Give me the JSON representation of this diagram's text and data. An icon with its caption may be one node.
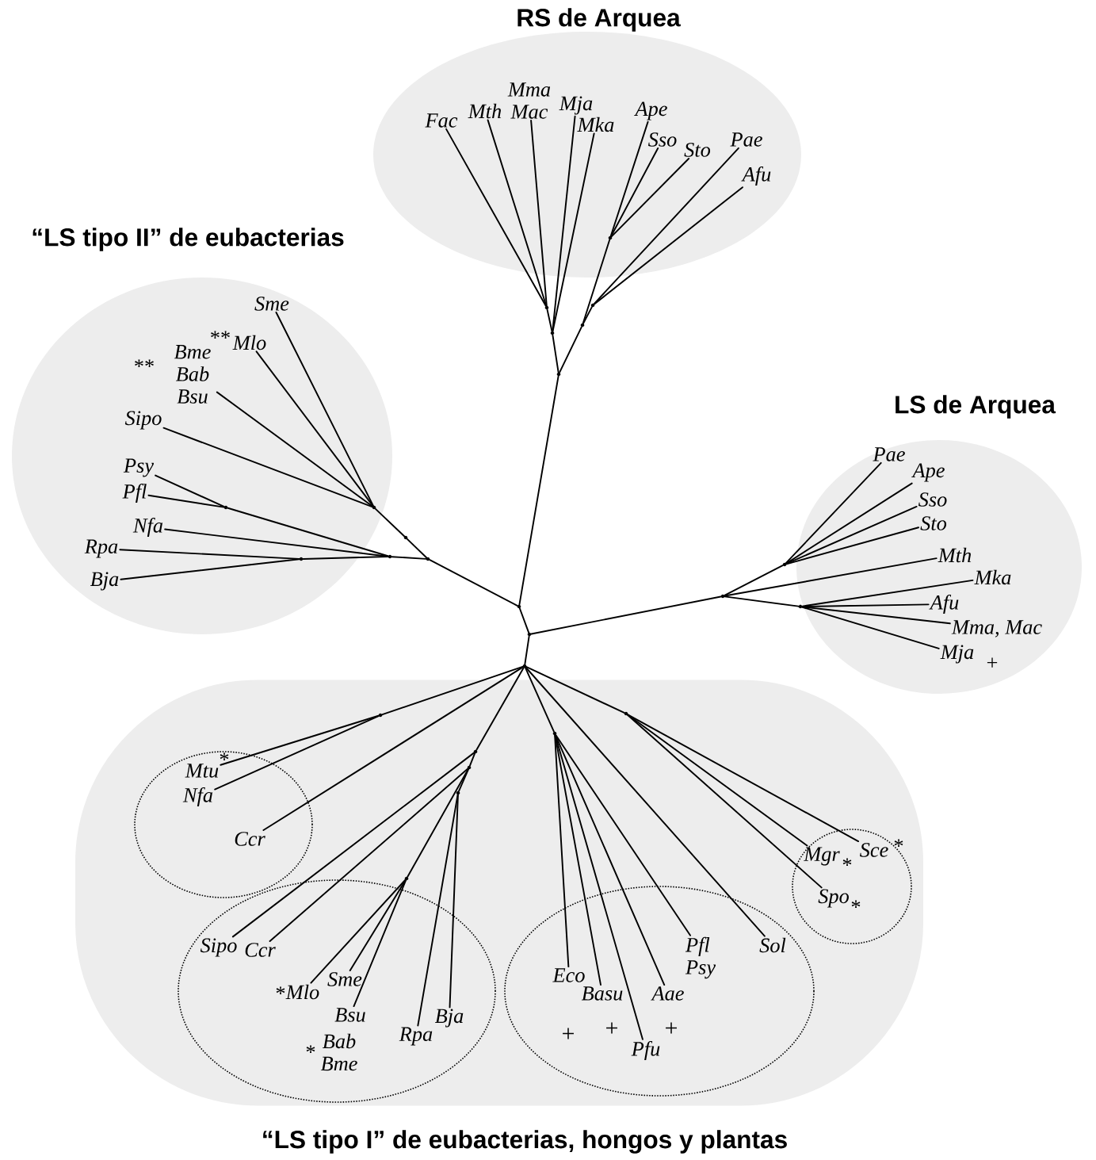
{
  "diagram": {
    "nodes": [
      {
        "text": [
          "RS de Arquea"
        ]
      },
      {
        "text": [
          "“LS tipo II” de eubacterias"
        ]
      },
      {
        "text": [
          "LS de Arquea"
        ]
      },
      {
        "text": [
          "“LS tipo I” de eubacterias, hongos y plantas"
        ]
      },
      {
        "text": [],
        "shape": "circle",
        "in": 3
      },
      {
        "text": [],
        "shape": "circle",
        "in": 3
      },
      {
        "text": [],
        "shape": "circle",
        "in": 3
      },
      {
        "text": [],
        "shape": "circle",
        "in": 3
      },
      {
        "text": [
          "Fac"
        ],
        "in": 0
      },
      {
        "text": [
          "Mth"
        ],
        "in": 0
      },
      {
        "text": [
          "Mma Mac"
        ],
        "in": 0
      },
      {
        "text": [
          "Mja"
        ],
        "in": 0
      },
      {
        "text": [
          "Mka"
        ],
        "in": 0
      },
      {
        "text": [
          "Ape"
        ],
        "in": 0
      },
      {
        "text": [
          "Sso"
        ],
        "in": 0
      },
      {
        "text": [
          "Sto"
        ],
        "in": 0
      },
      {
        "text": [
          "Pae"
        ],
        "in": 0
      },
      {
        "text": [
          "Afu"
        ],
        "in": 0
      },
      {
        "text": [
          "Sme"
        ],
        "in": 1
      },
      {
        "text": [
          "Mlo"
        ],
        "beside": [
          "**"
        ],
        "in": 1
      },
      {
        "text": [
          "Bme Bab Bsu"
        ],
        "beside": [
          "**"
        ],
        "in": 1
      },
      {
        "text": [
          "Sipo"
        ],
        "in": 1
      },
      {
        "text": [
          "Psy"
        ],
        "in": 1
      },
      {
        "text": [
          "Pfl"
        ],
        "in": 1
      },
      {
        "text": [
          "Nfa"
        ],
        "in": 1
      },
      {
        "text": [
          "Rpa"
        ],
        "in": 1
      },
      {
        "text": [
          "Bja"
        ],
        "in": 1
      },
      {
        "text": [
          "Pae"
        ],
        "in": 2
      },
      {
        "text": [
          "Ape"
        ],
        "in": 2
      },
      {
        "text": [
          "Sso"
        ],
        "in": 2
      },
      {
        "text": [
          "Sto"
        ],
        "in": 2
      },
      {
        "text": [
          "Mth"
        ],
        "in": 2
      },
      {
        "text": [
          "Mka"
        ],
        "in": 2
      },
      {
        "text": [
          "Afu"
        ],
        "in": 2
      },
      {
        "text": [
          "Mma, Mac"
        ],
        "in": 2
      },
      {
        "text": [
          "Mja"
        ],
        "beside": [
          "+"
        ],
        "in": 2
      },
      {
        "text": [
          "Mtu"
        ],
        "beside": [
          "*"
        ],
        "in": 4
      },
      {
        "text": [
          "Nfa"
        ],
        "in": 4
      },
      {
        "text": [
          "Ccr"
        ],
        "in": 4
      },
      {
        "text": [
          "Sipo"
        ],
        "in": 5
      },
      {
        "text": [
          "Ccr"
        ],
        "in": 5
      },
      {
        "text": [
          "Mlo"
        ],
        "beside": [
          "*"
        ],
        "in": 5
      },
      {
        "text": [
          "Sme"
        ],
        "in": 5
      },
      {
        "text": [
          "Bsu"
        ],
        "in": 5
      },
      {
        "text": [
          "Bab Bme"
        ],
        "beside": [
          "*"
        ],
        "in": 5
      },
      {
        "text": [
          "Rpa"
        ],
        "in": 5
      },
      {
        "text": [
          "Bja"
        ],
        "in": 5
      },
      {
        "text": [
          "Eco"
        ],
        "in": 6
      },
      {
        "text": [
          "Basu"
        ],
        "in": 6
      },
      {
        "text": [
          "Pfu"
        ],
        "in": 6
      },
      {
        "text": [
          "Aae"
        ],
        "in": 6
      },
      {
        "text": [
          "Pfl Psy"
        ],
        "in": 6
      },
      {
        "text": [
          "Sol"
        ],
        "in": 6
      },
      {
        "text": [
          "Mgr"
        ],
        "beside": [
          "*"
        ],
        "in": 7
      },
      {
        "text": [
          "Sce"
        ],
        "beside": [
          "*"
        ],
        "in": 7
      },
      {
        "text": [
          "Spo"
        ],
        "beside": [
          "*"
        ],
        "in": 7
      },
      {
        "text": [],
        "shape": "point"
      },
      {
        "text": [],
        "shape": "point"
      },
      {
        "text": [],
        "shape": "point"
      },
      {
        "text": [],
        "shape": "point"
      },
      {
        "text": [],
        "shape": "point"
      },
      {
        "text": [],
        "shape": "point",
        "in": 0
      },
      {
        "text": [],
        "shape": "point"
      },
      {
        "text": [],
        "shape": "point"
      },
      {
        "text": [],
        "shape": "point"
      },
      {
        "text": [],
        "shape": "point"
      },
      {
        "text": [],
        "shape": "point"
      },
      {
        "text": [],
        "shape": "point",
        "in": 1
      },
      {
        "text": [],
        "shape": "point"
      },
      {
        "text": [],
        "shape": "point",
        "in": 1
      },
      {
        "text": [],
        "shape": "point",
        "in": 1
      },
      {
        "text": [],
        "shape": "point"
      },
      {
        "text": [],
        "shape": "point"
      },
      {
        "text": [],
        "shape": "point"
      },
      {
        "text": [],
        "shape": "point",
        "in": 3
      },
      {
        "text": [],
        "shape": "point",
        "in": 3
      },
      {
        "text": [],
        "shape": "point",
        "in": 3
      },
      {
        "text": [],
        "shape": "point",
        "in": 3
      },
      {
        "text": [],
        "shape": "point",
        "in": 3
      },
      {
        "text": [],
        "shape": "point",
        "in": 3
      },
      {
        "text": [],
        "shape": "point",
        "in": 3
      }
    ],
    "edges": [
      {
        "from": 56,
        "to": 57,
        "arrow": "none"
      },
      {
        "from": 56,
        "to": 59,
        "arrow": "none"
      },
      {
        "from": 57,
        "to": 58,
        "arrow": "none"
      },
      {
        "from": 58,
        "to": 8,
        "arrow": "none"
      },
      {
        "from": 58,
        "to": 9,
        "arrow": "none"
      },
      {
        "from": 58,
        "to": 10,
        "arrow": "none"
      },
      {
        "from": 57,
        "to": 11,
        "arrow": "none"
      },
      {
        "from": 57,
        "to": 12,
        "arrow": "none"
      },
      {
        "from": 59,
        "to": 60,
        "arrow": "none"
      },
      {
        "from": 59,
        "to": 61,
        "arrow": "none"
      },
      {
        "from": 60,
        "to": 16,
        "arrow": "none"
      },
      {
        "from": 60,
        "to": 17,
        "arrow": "none"
      },
      {
        "from": 61,
        "to": 13,
        "arrow": "none"
      },
      {
        "from": 61,
        "to": 14,
        "arrow": "none"
      },
      {
        "from": 61,
        "to": 15,
        "arrow": "none"
      },
      {
        "from": 56,
        "to": 62,
        "arrow": "none"
      },
      {
        "from": 62,
        "to": 63,
        "arrow": "none"
      },
      {
        "from": 62,
        "to": 65,
        "arrow": "none"
      },
      {
        "from": 63,
        "to": 71,
        "arrow": "none"
      },
      {
        "from": 63,
        "to": 64,
        "arrow": "none"
      },
      {
        "from": 65,
        "to": 66,
        "arrow": "none"
      },
      {
        "from": 65,
        "to": 68,
        "arrow": "none"
      },
      {
        "from": 66,
        "to": 67,
        "arrow": "none"
      },
      {
        "from": 67,
        "to": 18,
        "arrow": "none"
      },
      {
        "from": 67,
        "to": 19,
        "arrow": "none"
      },
      {
        "from": 67,
        "to": 20,
        "arrow": "none"
      },
      {
        "from": 67,
        "to": 21,
        "arrow": "none"
      },
      {
        "from": 68,
        "to": 69,
        "arrow": "none"
      },
      {
        "from": 69,
        "to": 22,
        "arrow": "none"
      },
      {
        "from": 69,
        "to": 23,
        "arrow": "none"
      },
      {
        "from": 68,
        "to": 24,
        "arrow": "none"
      },
      {
        "from": 68,
        "to": 70,
        "arrow": "none"
      },
      {
        "from": 70,
        "to": 25,
        "arrow": "none"
      },
      {
        "from": 70,
        "to": 26,
        "arrow": "none"
      },
      {
        "from": 71,
        "to": 72,
        "arrow": "none"
      },
      {
        "from": 71,
        "to": 31,
        "arrow": "none"
      },
      {
        "from": 71,
        "to": 73,
        "arrow": "none"
      },
      {
        "from": 72,
        "to": 27,
        "arrow": "none"
      },
      {
        "from": 72,
        "to": 28,
        "arrow": "none"
      },
      {
        "from": 72,
        "to": 29,
        "arrow": "none"
      },
      {
        "from": 72,
        "to": 30,
        "arrow": "none"
      },
      {
        "from": 73,
        "to": 32,
        "arrow": "none"
      },
      {
        "from": 73,
        "to": 33,
        "arrow": "none"
      },
      {
        "from": 73,
        "to": 34,
        "arrow": "none"
      },
      {
        "from": 73,
        "to": 35,
        "arrow": "none"
      },
      {
        "from": 64,
        "to": 74,
        "arrow": "none"
      },
      {
        "from": 74,
        "to": 36,
        "arrow": "none"
      },
      {
        "from": 74,
        "to": 37,
        "arrow": "none"
      },
      {
        "from": 64,
        "to": 38,
        "arrow": "none"
      },
      {
        "from": 64,
        "to": 75,
        "arrow": "none"
      },
      {
        "from": 75,
        "to": 39,
        "arrow": "none"
      },
      {
        "from": 75,
        "to": 76,
        "arrow": "none"
      },
      {
        "from": 76,
        "to": 40,
        "arrow": "none"
      },
      {
        "from": 76,
        "to": 77,
        "arrow": "none"
      },
      {
        "from": 77,
        "to": 41,
        "arrow": "none"
      },
      {
        "from": 77,
        "to": 42,
        "arrow": "none"
      },
      {
        "from": 77,
        "to": 43,
        "arrow": "none"
      },
      {
        "from": 76,
        "to": 78,
        "arrow": "none"
      },
      {
        "from": 78,
        "to": 45,
        "arrow": "none"
      },
      {
        "from": 78,
        "to": 46,
        "arrow": "none"
      },
      {
        "from": 64,
        "to": 79,
        "arrow": "none"
      },
      {
        "from": 79,
        "to": 47,
        "arrow": "none"
      },
      {
        "from": 79,
        "to": 48,
        "arrow": "none"
      },
      {
        "from": 79,
        "to": 49,
        "arrow": "none"
      },
      {
        "from": 79,
        "to": 50,
        "arrow": "none"
      },
      {
        "from": 79,
        "to": 51,
        "arrow": "none"
      },
      {
        "from": 64,
        "to": 52,
        "arrow": "none"
      },
      {
        "from": 64,
        "to": 80,
        "arrow": "none"
      },
      {
        "from": 80,
        "to": 53,
        "arrow": "none"
      },
      {
        "from": 80,
        "to": 54,
        "arrow": "none"
      },
      {
        "from": 80,
        "to": 55,
        "arrow": "none"
      }
    ],
    "labels": [
      "+",
      "+",
      "+"
    ]
  }
}
